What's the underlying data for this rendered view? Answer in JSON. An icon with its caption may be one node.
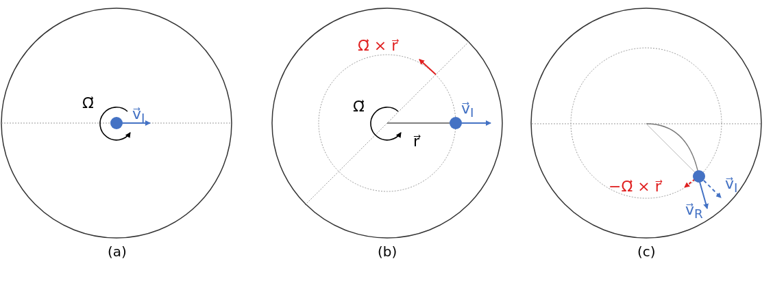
{
  "diagram": {
    "labels": [
      "Ω⃗",
      "v⃗$_{I}$",
      "Ω⃗ × r⃗",
      "Ω⃗",
      "v⃗$_{I}$",
      "r⃗",
      "−Ω⃗ × r⃗",
      "v⃗$_{I}$",
      "v⃗$_{R}$",
      "(a)",
      "(b)",
      "(c)"
    ]
  }
}
